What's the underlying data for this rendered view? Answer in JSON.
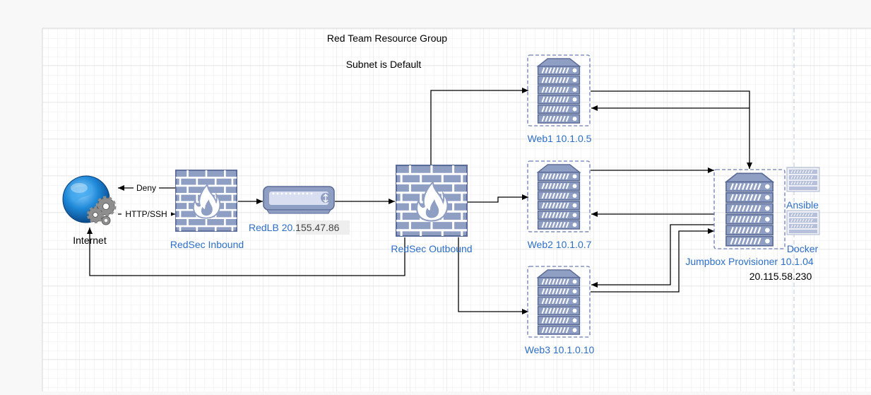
{
  "title": "Red Team Resource Group",
  "subtitle": "Subnet is Default",
  "nodes": {
    "internet": "Internet",
    "redsec_inbound": "RedSec Inbound",
    "redlb_prefix": "RedLB 20.",
    "redlb_ip_highlight": "155.47.86",
    "redsec_outbound": "RedSec Outbound",
    "web1": "Web1 10.1.0.5",
    "web2": "Web2 10.1.0.7",
    "web3": "Web3 10.1.0.10",
    "jumpbox": "Jumpbox Provisioner 10.1.04",
    "jumpbox_ip": "20.115.58.230",
    "ansible": "Ansible",
    "docker": "Docker"
  },
  "edges": {
    "deny": "Deny",
    "http_ssh": "HTTP/SSH"
  },
  "colors": {
    "label_blue": "#2c6ec8",
    "icon_fill": "#8f9ec3",
    "icon_stroke": "#5a6a96",
    "line": "#000000",
    "grid": "#e4e4e4"
  }
}
